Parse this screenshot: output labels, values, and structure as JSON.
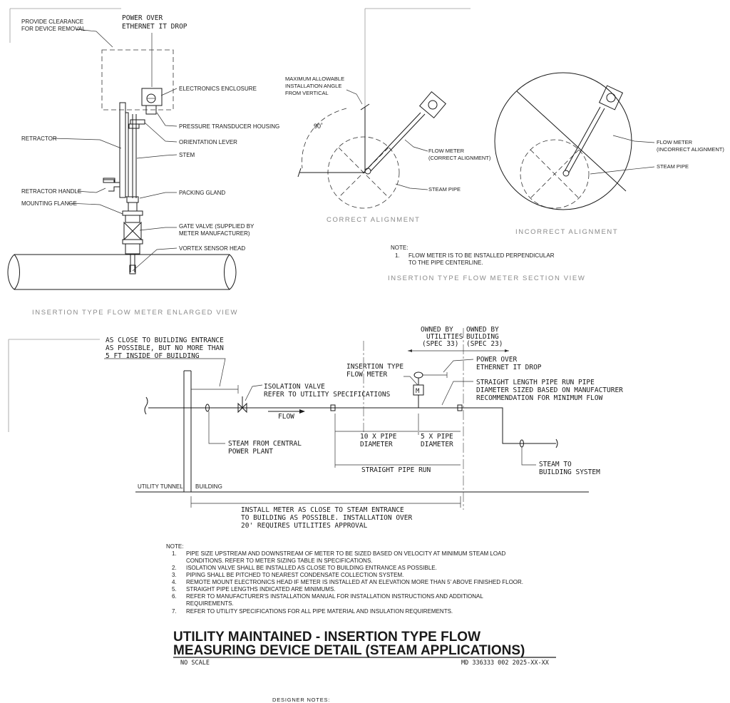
{
  "enlarged_view": {
    "provide_clearance": [
      "PROVIDE CLEARANCE",
      "FOR DEVICE REMOVAL"
    ],
    "poe_drop": [
      "POWER OVER",
      "ETHERNET IT DROP"
    ],
    "electronics_enclosure": "ELECTRONICS ENCLOSURE",
    "pressure_transducer": "PRESSURE TRANSDUCER HOUSING",
    "orientation_lever": "ORIENTATION LEVER",
    "stem": "STEM",
    "retractor": "RETRACTOR",
    "retractor_handle": "RETRACTOR HANDLE",
    "packing_gland": "PACKING GLAND",
    "mounting_flange": "MOUNTING FLANGE",
    "gate_valve": [
      "GATE VALVE (SUPPLIED BY",
      "METER MANUFACTURER)"
    ],
    "vortex_sensor": "VORTEX SENSOR HEAD",
    "caption": "INSERTION TYPE FLOW METER ENLARGED VIEW"
  },
  "section_view": {
    "max_angle": [
      "MAXIMUM ALLOWABLE",
      "INSTALLATION ANGLE",
      "FROM VERTICAL"
    ],
    "angle_value": "90˚",
    "flow_meter_correct": [
      "FLOW METER",
      "(CORRECT ALIGNMENT)"
    ],
    "steam_pipe": "STEAM PIPE",
    "correct_caption": "CORRECT ALIGNMENT",
    "flow_meter_incorrect": [
      "FLOW METER",
      "(INCORRECT ALIGNMENT)"
    ],
    "steam_pipe_2": "STEAM PIPE",
    "incorrect_caption": "INCORRECT ALIGNMENT",
    "note_title": "NOTE:",
    "note_num": "1.",
    "note_lines": [
      "FLOW METER IS TO BE INSTALLED PERPENDICULAR",
      "TO THE PIPE CENTERLINE."
    ],
    "caption": "INSERTION TYPE FLOW METER SECTION VIEW"
  },
  "piping": {
    "close_entrance": [
      "AS CLOSE TO BUILDING ENTRANCE",
      "AS POSSIBLE, BUT NO MORE THAN",
      "5 FT INSIDE OF BUILDING"
    ],
    "owned_utilities": [
      "OWNED BY",
      "UTILITIES",
      "(SPEC 33)"
    ],
    "owned_building": [
      "OWNED BY",
      "BUILDING",
      "(SPEC 23)"
    ],
    "isolation_valve": [
      "ISOLATION VALVE",
      "REFER TO UTILITY SPECIFICATIONS"
    ],
    "insertion_meter": [
      "INSERTION TYPE",
      "FLOW METER"
    ],
    "meter_symbol": "M",
    "poe_drop": [
      "POWER OVER",
      "ETHERNET IT DROP"
    ],
    "straight_length": [
      "STRAIGHT LENGTH PIPE RUN PIPE",
      "DIAMETER SIZED BASED ON MANUFACTURER",
      "RECOMMENDATION FOR MINIMUM FLOW"
    ],
    "flow": "FLOW",
    "steam_from": [
      "STEAM FROM CENTRAL",
      "POWER PLANT"
    ],
    "ten_x": [
      "10 X PIPE",
      "DIAMETER"
    ],
    "five_x": [
      "5 X PIPE",
      "DIAMETER"
    ],
    "straight_run": "STRAIGHT PIPE RUN",
    "steam_to": [
      "STEAM TO",
      "BUILDING SYSTEM"
    ],
    "utility_tunnel": "UTILITY TUNNEL",
    "building": "BUILDING",
    "install_meter": [
      "INSTALL METER AS CLOSE TO STEAM ENTRANCE",
      "TO BUILDING AS POSSIBLE. INSTALLATION OVER",
      "20' REQUIRES UTILITIES APPROVAL"
    ]
  },
  "notes": {
    "title": "NOTE:",
    "items": [
      {
        "num": "1.",
        "lines": [
          "PIPE SIZE UPSTREAM AND DOWNSTREAM OF METER TO BE SIZED BASED ON VELOCITY AT MINIMUM STEAM LOAD",
          "CONDITIONS. REFER TO METER SIZING TABLE IN SPECIFICATIONS."
        ]
      },
      {
        "num": "2.",
        "lines": [
          "ISOLATION VALVE SHALL BE INSTALLED AS CLOSE TO BUILDING ENTRANCE AS POSSIBLE."
        ]
      },
      {
        "num": "3.",
        "lines": [
          "PIPING SHALL BE PITCHED TO NEAREST CONDENSATE COLLECTION SYSTEM."
        ]
      },
      {
        "num": "4.",
        "lines": [
          "REMOTE MOUNT ELECTRONICS HEAD IF METER IS INSTALLED AT AN ELEVATION MORE THAN 5' ABOVE FINISHED FLOOR."
        ]
      },
      {
        "num": "5.",
        "lines": [
          "STRAIGHT PIPE LENGTHS INDICATED ARE MINIMUMS."
        ]
      },
      {
        "num": "6.",
        "lines": [
          "REFER TO MANUFACTURER'S INSTALLATION MANUAL FOR INSTALLATION INSTRUCTIONS AND ADDITIONAL",
          "REQUIREMENTS."
        ]
      },
      {
        "num": "7.",
        "lines": [
          "REFER TO UTILITY SPECIFICATIONS FOR ALL PIPE MATERIAL AND INSULATION REQUIREMENTS."
        ]
      }
    ]
  },
  "title_block": {
    "title_lines": [
      "UTILITY MAINTAINED - INSERTION TYPE FLOW",
      "MEASURING DEVICE DETAIL (STEAM APPLICATIONS)"
    ],
    "scale": "NO SCALE",
    "drawing_number": "MD 336333 002 2025-XX-XX"
  },
  "designer_notes": "DESIGNER NOTES:"
}
